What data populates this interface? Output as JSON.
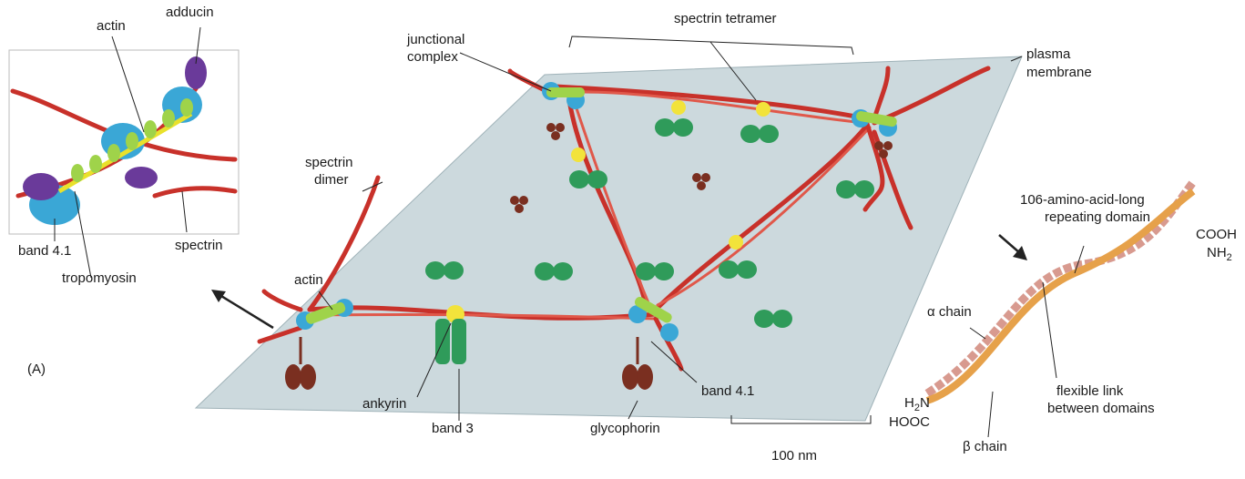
{
  "panel_label": "(A)",
  "inset": {
    "labels": {
      "actin": "actin",
      "adducin": "adducin",
      "spectrin": "spectrin",
      "band41": "band 4.1",
      "tropomyosin": "tropomyosin"
    }
  },
  "network": {
    "labels": {
      "junctional_complex_1": "junctional",
      "junctional_complex_2": "complex",
      "spectrin_tetramer": "spectrin tetramer",
      "plasma_membrane_1": "plasma",
      "plasma_membrane_2": "membrane",
      "spectrin_dimer_1": "spectrin",
      "spectrin_dimer_2": "dimer",
      "actin": "actin",
      "ankyrin": "ankyrin",
      "band3": "band 3",
      "glycophorin": "glycophorin",
      "band41": "band 4.1"
    },
    "scale_bar": "100 nm"
  },
  "dimer_detail": {
    "labels": {
      "repeat_1": "106-amino-acid-long",
      "repeat_2": "repeating domain",
      "cooh": "COOH",
      "nh2": "NH",
      "nh2_sub": "2",
      "alpha": "α chain",
      "h2n_a": "H",
      "h2n_sub": "2",
      "h2n_b": "N",
      "hooc": "HOOC",
      "flex_1": "flexible link",
      "flex_2": "between domains",
      "beta": "β chain"
    }
  },
  "colors": {
    "spectrin": "#c8312a",
    "band41": "#3aa7d6",
    "ankyrin": "#f2e33b",
    "band3": "#2f9b5a",
    "glycophorin": "#7a2f20",
    "membrane": "#c9d6da"
  }
}
